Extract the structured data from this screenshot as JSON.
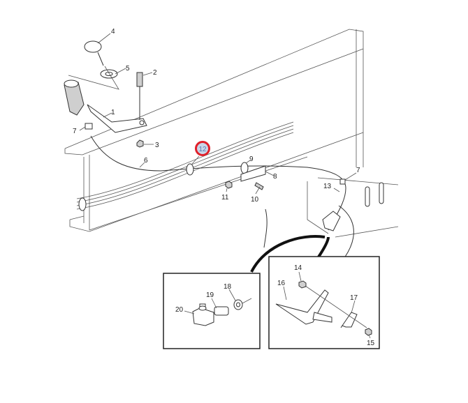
{
  "diagram": {
    "callouts": {
      "p1": "1",
      "p2": "2",
      "p3": "3",
      "p4": "4",
      "p5": "5",
      "p6": "6",
      "p7a": "7",
      "p7b": "7",
      "p8": "8",
      "p9": "9",
      "p10": "10",
      "p11": "11",
      "p12": "12",
      "p13": "13",
      "p14": "14",
      "p15": "15",
      "p16": "16",
      "p17": "17",
      "p18": "18",
      "p19": "19",
      "p20": "20"
    },
    "highlighted_callout": "12",
    "colors": {
      "highlight_ring": "#e0202a",
      "highlight_fill": "#c9d6e8",
      "line": "#333333"
    }
  }
}
